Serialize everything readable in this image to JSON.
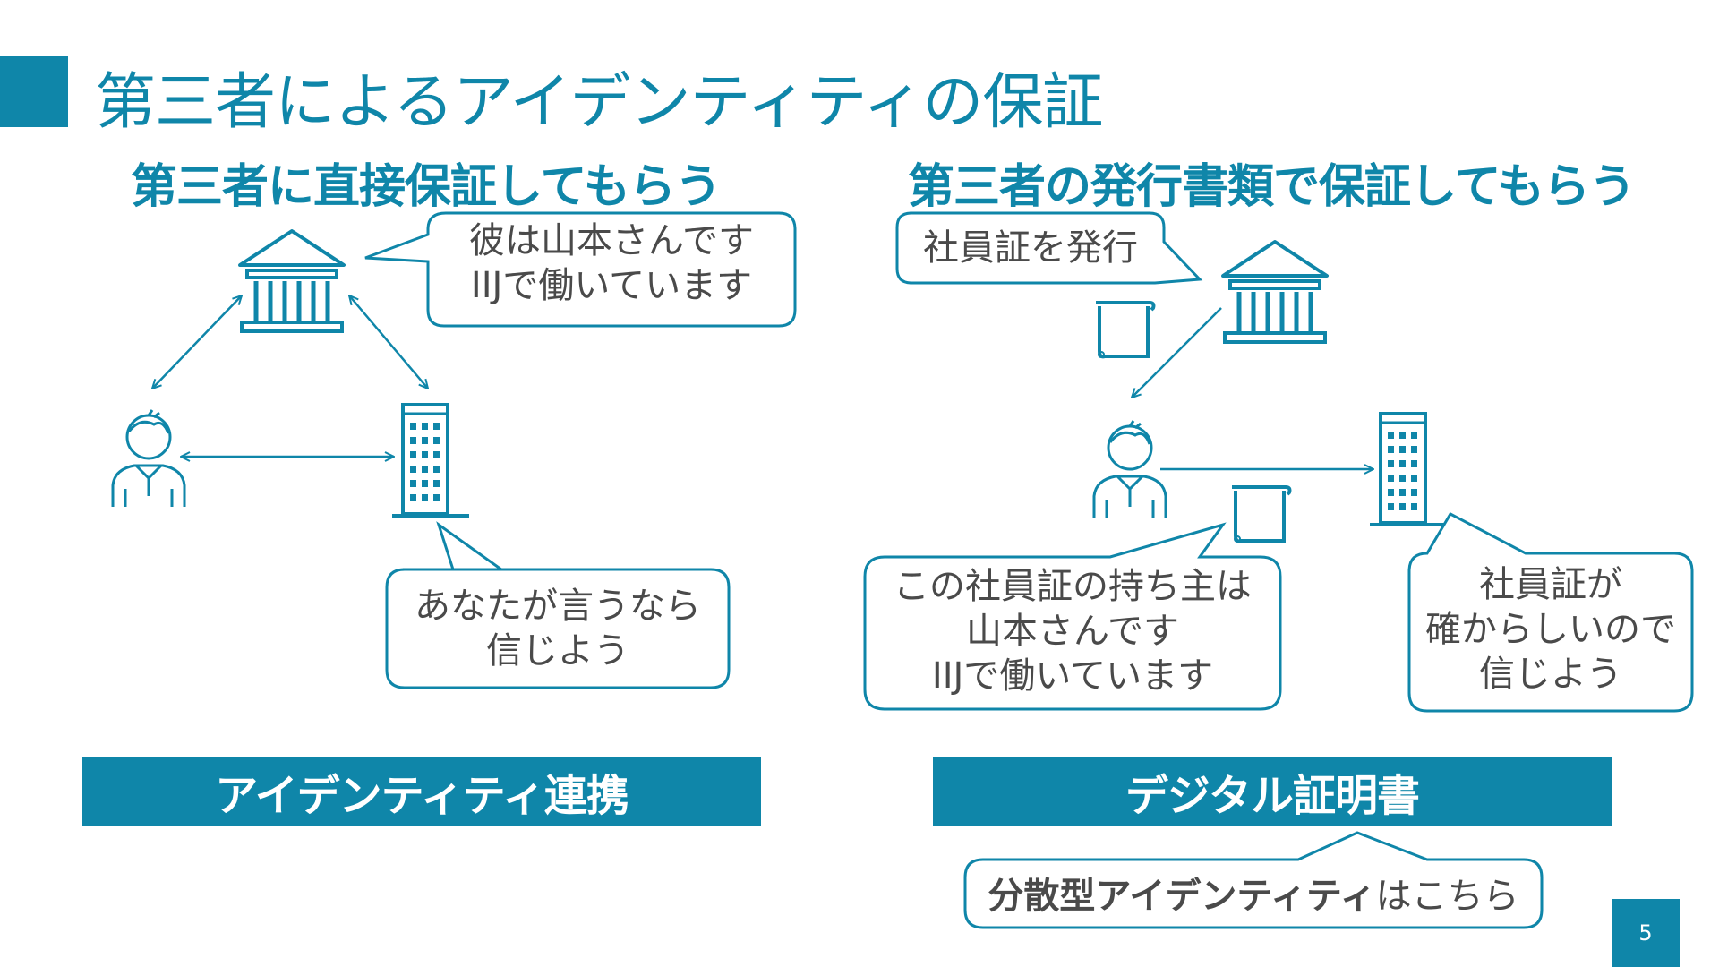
{
  "slide": {
    "title": "第三者によるアイデンティティの保証",
    "page_number": "5"
  },
  "left": {
    "heading": "第三者に直接保証してもらう",
    "bubble_top": [
      "彼は山本さんです",
      "IIJで働いています"
    ],
    "bubble_bottom": [
      "あなたが言うなら",
      "信じよう"
    ],
    "label": "アイデンティティ連携"
  },
  "right": {
    "heading": "第三者の発行書類で保証してもらう",
    "bubble_issue": "社員証を発行",
    "bubble_owner": [
      "この社員証の持ち主は",
      "山本さんです",
      "IIJで働いています"
    ],
    "bubble_trust": [
      "社員証が",
      "確からしいので",
      "信じよう"
    ],
    "label": "デジタル証明書",
    "link_bold": "分散型アイデンティティ",
    "link_rest": "はこちら"
  },
  "icons": [
    "bank-icon",
    "person-icon",
    "office-building-icon",
    "document-scroll-icon"
  ],
  "colors": {
    "accent": "#0f86a9",
    "text": "#4a4a4a"
  }
}
